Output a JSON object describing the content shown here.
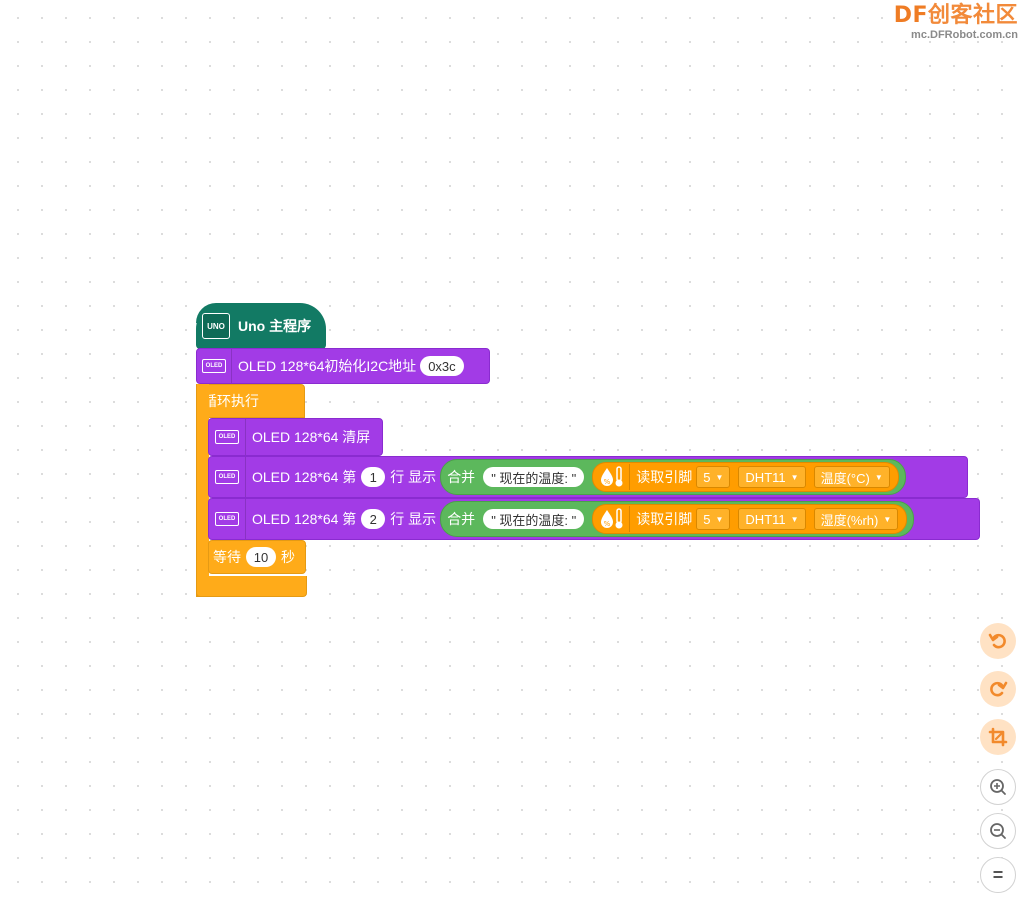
{
  "watermark": {
    "brand_latin": "DF",
    "brand_cn": "创客社区",
    "url": "mc.DFRobot.com.cn"
  },
  "blocks": {
    "main": {
      "icon": "UNO",
      "label": "Uno 主程序"
    },
    "oled_init": {
      "label": "OLED 128*64初始化I2C地址",
      "address": "0x3c"
    },
    "loop": {
      "label": "循环执行"
    },
    "oled_clear": {
      "label": "OLED 128*64 清屏"
    },
    "oled_display": {
      "prefix": "OLED 128*64 第",
      "row_suffix": "行 显示",
      "merge_label": "合并",
      "text_literal": "\" 现在的温度: \"",
      "read_pin_label": "读取引脚",
      "pin": "5",
      "sensor": "DHT11"
    },
    "row1": {
      "row": "1",
      "mode": "温度(°C)"
    },
    "row2": {
      "row": "2",
      "mode": "湿度(%rh)"
    },
    "wait": {
      "label": "等待",
      "seconds": "10",
      "unit": "秒"
    }
  },
  "oled_icon_text": "OLED",
  "controls": {
    "undo_icon": "undo-icon",
    "redo_icon": "redo-icon",
    "crop_icon": "crop-icon",
    "zoom_in_icon": "zoom-in-icon",
    "zoom_out_icon": "zoom-out-icon",
    "reset_icon": "reset-zoom-icon",
    "reset_glyph": "="
  },
  "colors": {
    "purple": "#a23be6",
    "orange": "#ffab19",
    "teal": "#127a64",
    "green": "#5cb85c",
    "accent": "#f28a2c"
  }
}
